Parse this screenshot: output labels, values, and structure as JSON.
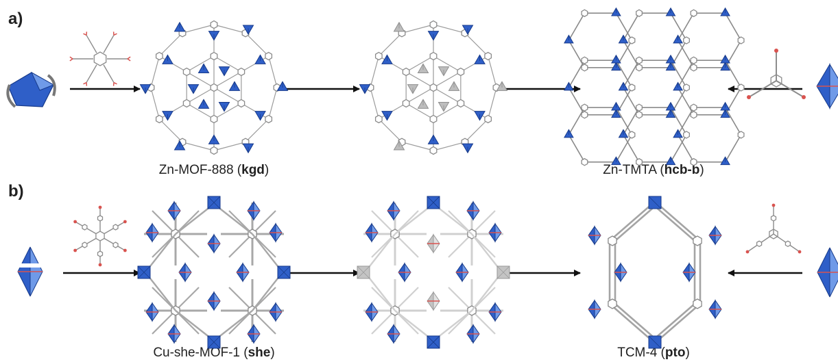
{
  "panels": {
    "a": {
      "label": "a)",
      "left_caption": {
        "prefix": "Zn-MOF-888 (",
        "topology": "kgd",
        "suffix": ")"
      },
      "right_caption": {
        "prefix": "Zn-TMTA (",
        "topology": "hcb-b",
        "suffix": ")"
      }
    },
    "b": {
      "label": "b)",
      "left_caption": {
        "prefix": "Cu-she-MOF-1 (",
        "topology": "she",
        "suffix": ")"
      },
      "right_caption": {
        "prefix": "TCM-4 (",
        "topology": "pto",
        "suffix": ")"
      }
    }
  },
  "colors": {
    "node_blue": "#2f5fc8",
    "node_blue_dark": "#173a8a",
    "node_blue_light": "#6f9ae8",
    "linker_gray": "#8c8c8c",
    "oxygen_red": "#d9534f",
    "faded_gray": "#c4c4c4",
    "arrow": "#111111"
  }
}
